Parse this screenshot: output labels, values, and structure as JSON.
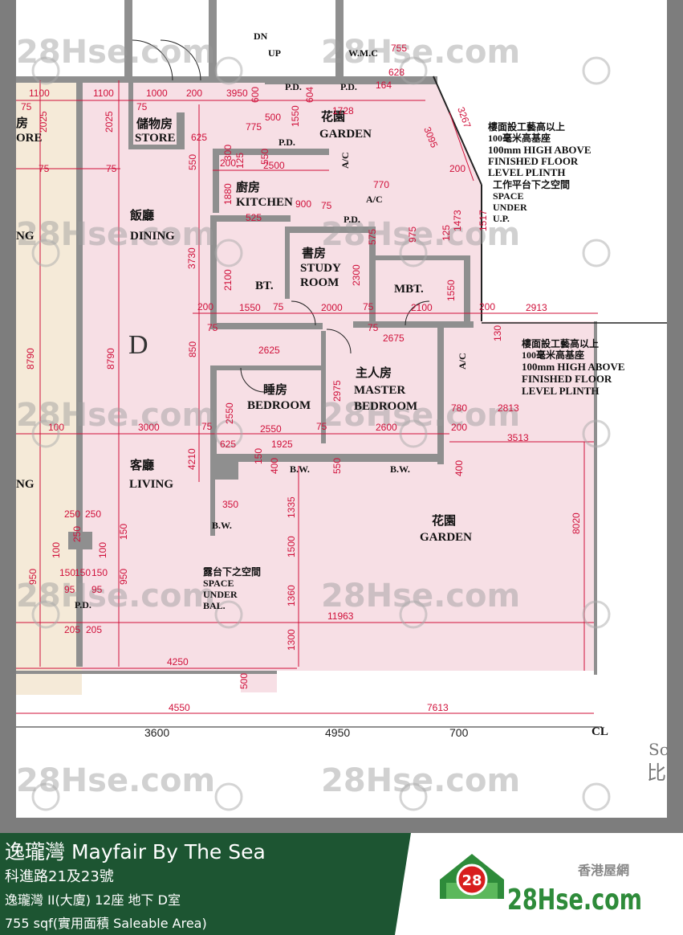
{
  "plan": {
    "unit_letter": "D",
    "rooms": {
      "store_zh": "儲物房",
      "store_en": "STORE",
      "dining_zh": "飯廳",
      "dining_en": "DINING",
      "kitchen_zh": "廚房",
      "kitchen_en": "KITCHEN",
      "study_zh": "書房",
      "study_en1": "STUDY",
      "study_en2": "ROOM",
      "bt": "BT.",
      "mbt": "MBT.",
      "bedroom_zh": "睡房",
      "bedroom_en": "BEDROOM",
      "master_zh": "主人房",
      "master_en1": "MASTER",
      "master_en2": "BEDROOM",
      "living_zh": "客廳",
      "living_en": "LIVING",
      "garden_top_zh": "花園",
      "garden_top_en": "GARDEN",
      "garden_zh": "花園",
      "garden_en": "GARDEN",
      "dn": "DN",
      "up": "UP",
      "wmc": "W.M.C",
      "left_store_zh": "房",
      "left_store_en": "ORE",
      "left_dining": "NG",
      "left_living": "NG",
      "right_cut1": "Sc",
      "right_cut2": "比"
    },
    "tags": {
      "pd": "P.D.",
      "bw": "B.W.",
      "ac": "A/C",
      "cl": "CL"
    },
    "notes": {
      "plinth": [
        "樓面設工藝高以上",
        "100毫米高基座",
        "100mm HIGH ABOVE",
        "FINISHED FLOOR",
        "LEVEL PLINTH"
      ],
      "up_space": [
        "工作平台下之空間",
        "SPACE",
        "UNDER",
        "U.P."
      ],
      "bal_space": [
        "露台下之空間",
        "SPACE",
        "UNDER",
        "BAL."
      ]
    },
    "dims": [
      "1100",
      "1100",
      "1000",
      "200",
      "3950",
      "600",
      "604",
      "755",
      "628",
      "164",
      "1728",
      "3267",
      "3095",
      "2025",
      "2025",
      "75",
      "75",
      "500",
      "1550",
      "775",
      "625",
      "550",
      "200",
      "2500",
      "300",
      "125",
      "75",
      "75",
      "1880",
      "900",
      "75",
      "525",
      "770",
      "1473",
      "1517",
      "125",
      "975",
      "575",
      "3730",
      "2100",
      "2300",
      "1550",
      "200",
      "1550",
      "75",
      "2000",
      "75",
      "2100",
      "200",
      "2913",
      "130",
      "8790",
      "8790",
      "850",
      "2625",
      "2675",
      "75",
      "75",
      "2975",
      "2550",
      "780",
      "2813",
      "100",
      "3000",
      "75",
      "2550",
      "75",
      "2600",
      "200",
      "625",
      "1925",
      "3513",
      "4210",
      "150",
      "400",
      "550",
      "400",
      "350",
      "1335",
      "8020",
      "1500",
      "1360",
      "1300",
      "250",
      "250",
      "100",
      "100",
      "250",
      "150",
      "950",
      "950",
      "150",
      "150",
      "150",
      "95",
      "95",
      "205",
      "205",
      "11963",
      "4250",
      "500",
      "4550",
      "7613",
      "3600",
      "4950",
      "700",
      "200",
      "550"
    ]
  },
  "watermark": {
    "text": "28Hse.com",
    "badge": "28"
  },
  "footer": {
    "title": "逸瓏灣 Mayfair By The Sea",
    "address": "科進路21及23號",
    "unit": "逸瓏灣 II(大廈) 12座 地下 D室",
    "area": "755 sqf(實用面積 Saleable Area)",
    "logo_zh": "香港屋網",
    "logo_text": "28Hse.com",
    "logo_badge": "28",
    "green": "#1d5532",
    "logo_green": "#2e8b3a",
    "badge_red": "#d81e1e"
  }
}
